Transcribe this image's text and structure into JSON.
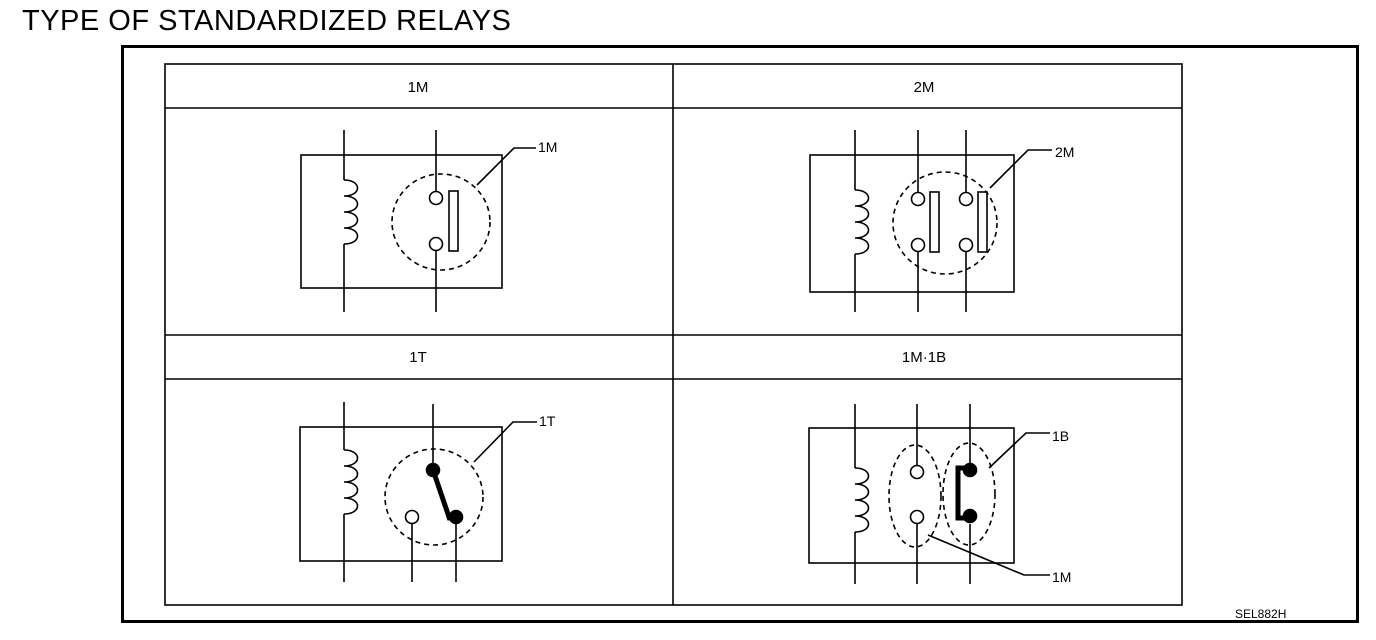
{
  "title": "TYPE OF STANDARDIZED RELAYS",
  "figure_code": "SEL882H",
  "panels": [
    {
      "header": "1M",
      "labels": [
        "1M"
      ]
    },
    {
      "header": "2M",
      "labels": [
        "2M"
      ]
    },
    {
      "header": "1T",
      "labels": [
        "1T"
      ]
    },
    {
      "header": "1M·1B",
      "labels": [
        "1B",
        "1M"
      ]
    }
  ]
}
